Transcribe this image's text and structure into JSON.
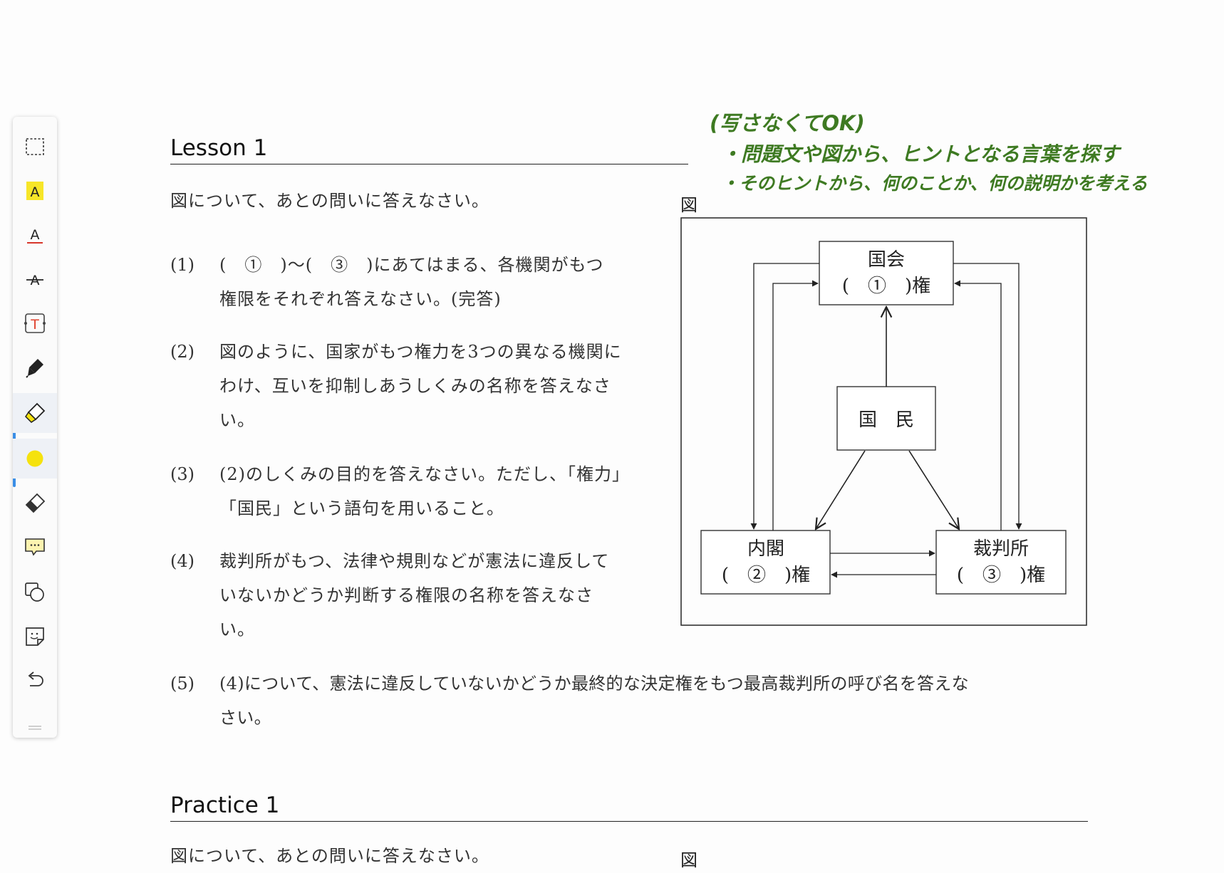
{
  "toolbar": {
    "tools": [
      {
        "name": "select-tool",
        "icon": "dashed-rectangle-icon"
      },
      {
        "name": "highlight-text-tool",
        "icon": "highlight-a-icon",
        "label": "A"
      },
      {
        "name": "underline-tool",
        "icon": "underline-a-icon",
        "label": "A"
      },
      {
        "name": "strikethrough-tool",
        "icon": "strikethrough-a-icon",
        "label": "A"
      },
      {
        "name": "text-box-tool",
        "icon": "text-box-icon",
        "label": "T"
      },
      {
        "name": "pen-tool",
        "icon": "pen-icon"
      },
      {
        "name": "highlighter-tool",
        "icon": "highlighter-icon",
        "active": true
      },
      {
        "name": "color-swatch",
        "icon": "yellow-circle-icon",
        "color": "#f5e20e"
      },
      {
        "name": "eraser-tool",
        "icon": "eraser-icon"
      },
      {
        "name": "comment-tool",
        "icon": "comment-icon"
      },
      {
        "name": "shape-tool",
        "icon": "shapes-icon"
      },
      {
        "name": "sticker-tool",
        "icon": "sticker-icon"
      },
      {
        "name": "undo-tool",
        "icon": "undo-icon"
      }
    ]
  },
  "lesson": {
    "title": "Lesson 1",
    "intro": "図について、あとの問いに答えなさい。",
    "figure_label": "図",
    "questions": [
      {
        "num": "(1)",
        "lines": [
          "(　①　)～(　③　)にあてはまる、各機関がもつ",
          "権限をそれぞれ答えなさい。(完答)"
        ]
      },
      {
        "num": "(2)",
        "lines": [
          "図のように、国家がもつ権力を3つの異なる機関に",
          "わけ、互いを抑制しあうしくみの名称を答えなさ",
          "い。"
        ]
      },
      {
        "num": "(3)",
        "lines": [
          "(2)のしくみの目的を答えなさい。ただし、「権力」",
          "「国民」という語句を用いること。"
        ]
      },
      {
        "num": "(4)",
        "lines": [
          "裁判所がもつ、法律や規則などが憲法に違反して",
          "いないかどうか判断する権限の名称を答えなさ",
          "い。"
        ]
      },
      {
        "num": "(5)",
        "lines": [
          "(4)について、憲法に違反していないかどうか最終的な決定権をもつ最高裁判所の呼び名を答えな",
          "さい。"
        ]
      }
    ]
  },
  "annotation": {
    "line1": "(写さなくてOK)",
    "line2": "・問題文や図から、ヒントとなる言葉を探す",
    "line3": "・そのヒントから、何のことか、何の説明かを考える",
    "color": "#3e7a22"
  },
  "diagram": {
    "diet_name": "国会",
    "diet_power": "(　①　)権",
    "people": "国　民",
    "cabinet_name": "内閣",
    "cabinet_power": "(　②　)権",
    "court_name": "裁判所",
    "court_power": "(　③　)権"
  },
  "practice": {
    "title": "Practice 1",
    "intro_partial": "図について、あとの問いに答えなさい。",
    "figure_label_partial": "図"
  }
}
